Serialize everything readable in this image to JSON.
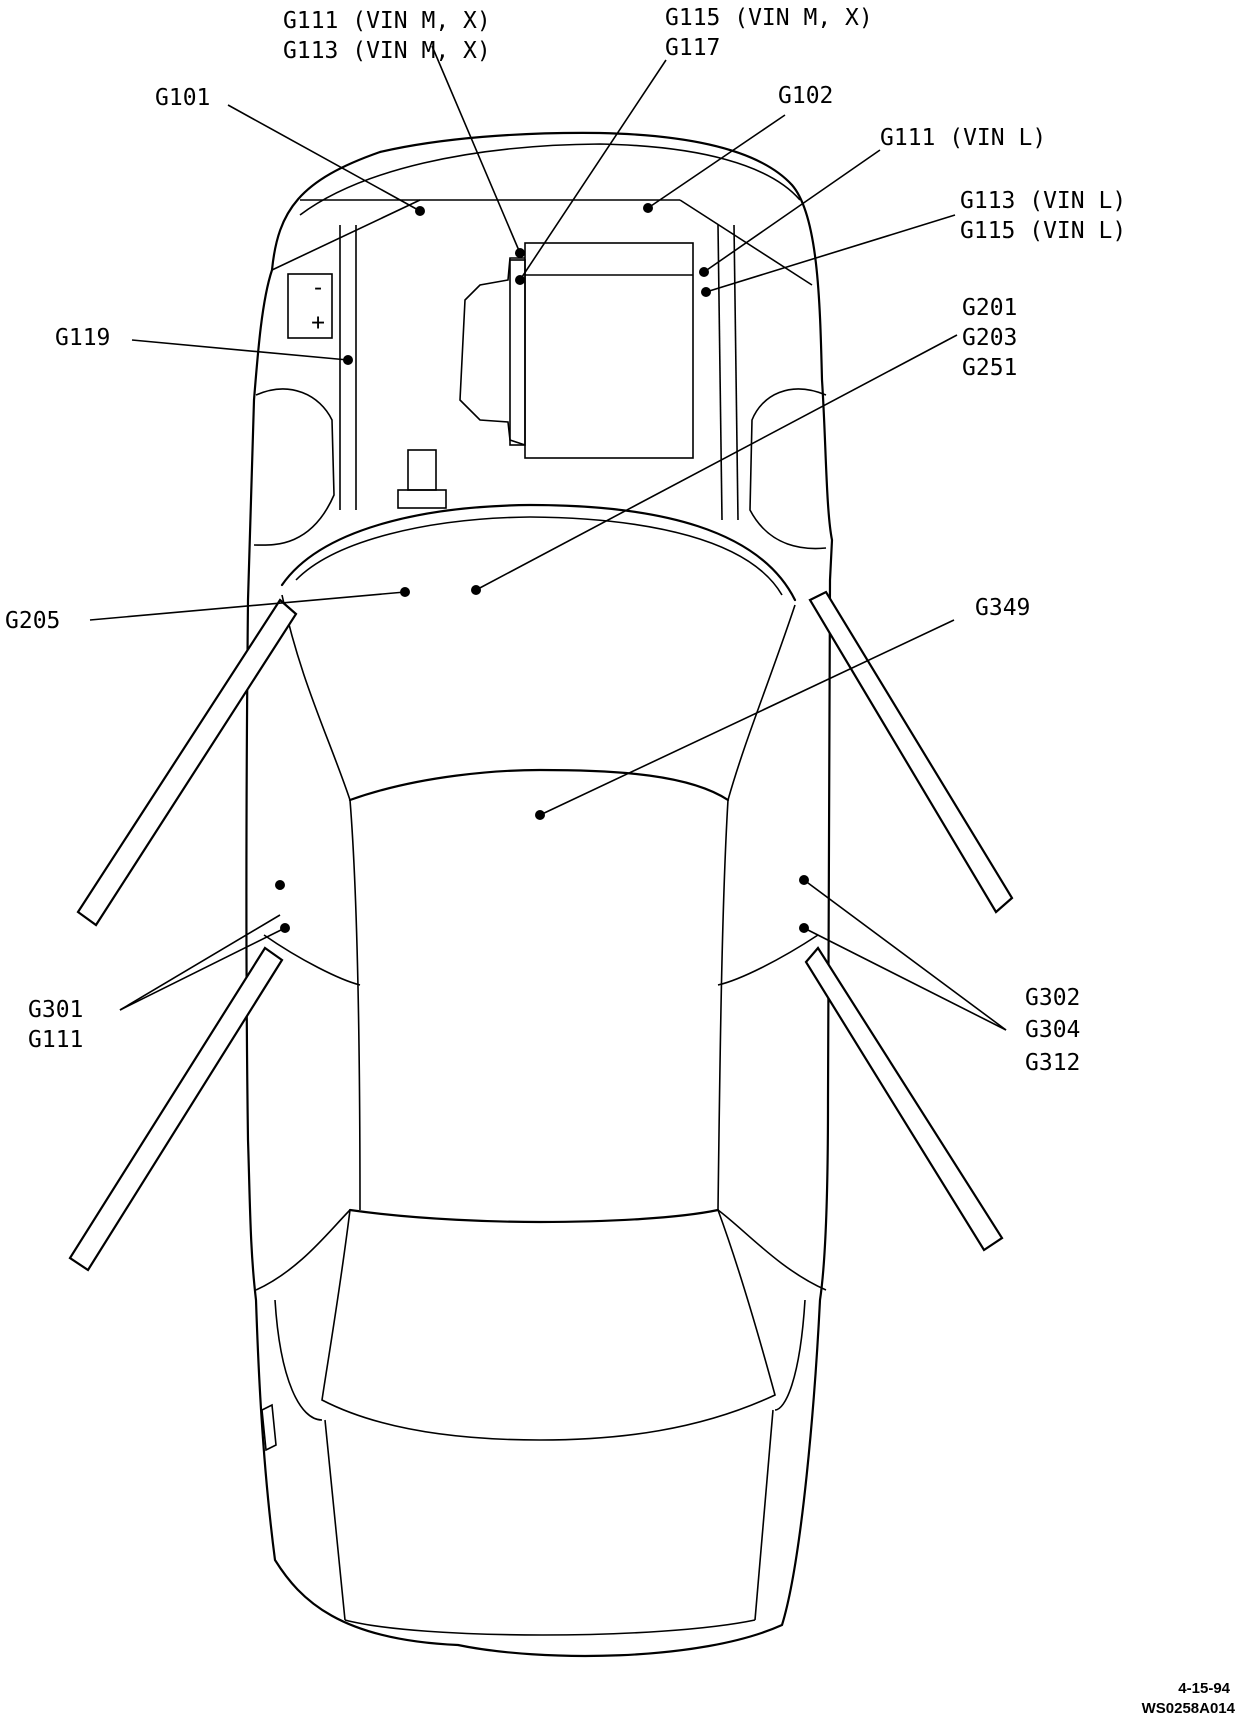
{
  "labels": {
    "g111_vin_mx": "G111 (VIN M, X)",
    "g113_vin_mx": "G113 (VIN M, X)",
    "g115_vin_mx": "G115 (VIN M, X)",
    "g117": "G117",
    "g101": "G101",
    "g102": "G102",
    "g111_vin_l": "G111 (VIN L)",
    "g113_vin_l": "G113 (VIN L)",
    "g115_vin_l": "G115 (VIN L)",
    "g119": "G119",
    "g201": "G201",
    "g203": "G203",
    "g251": "G251",
    "g205": "G205",
    "g349": "G349",
    "g301": "G301",
    "g111_left": "G111",
    "g302": "G302",
    "g304": "G304",
    "g312": "G312"
  },
  "battery": {
    "minus": "-",
    "plus": "+"
  },
  "stamp": {
    "date": "4-15-94",
    "code": "WS0258A014"
  }
}
